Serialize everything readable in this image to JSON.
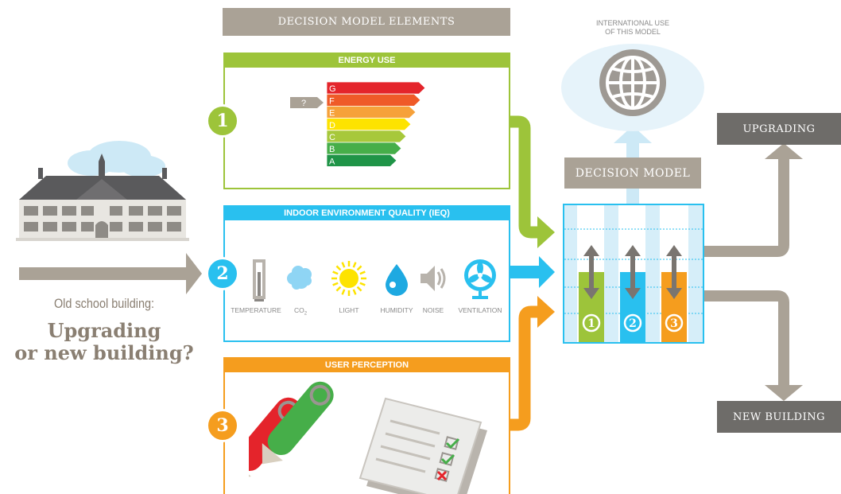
{
  "header": {
    "title": "DECISION MODEL ELEMENTS"
  },
  "left": {
    "caption": "Old school building:",
    "question_line1": "Upgrading",
    "question_line2": "or new building?"
  },
  "panels": {
    "energy": {
      "title": "ENERGY USE",
      "number": "1",
      "question_mark": "?",
      "labels": [
        "G",
        "F",
        "E",
        "D",
        "C",
        "B",
        "A"
      ],
      "colors": [
        "#e4242b",
        "#ef5a28",
        "#f6a13a",
        "#fde300",
        "#a7c83b",
        "#46ae49",
        "#1f9447"
      ]
    },
    "ieq": {
      "title": "INDOOR ENVIRONMENT QUALITY (IEQ)",
      "number": "2",
      "icons": [
        {
          "label": "TEMPERATURE",
          "icon": "thermometer-icon"
        },
        {
          "label": "CO",
          "sub": "2",
          "icon": "co2-cloud-icon"
        },
        {
          "label": "LIGHT",
          "icon": "sun-icon"
        },
        {
          "label": "HUMIDITY",
          "icon": "water-drop-icon"
        },
        {
          "label": "NOISE",
          "icon": "speaker-icon"
        },
        {
          "label": "VENTILATION",
          "icon": "fan-icon"
        }
      ]
    },
    "user": {
      "title": "USER PERCEPTION",
      "number": "3"
    }
  },
  "right": {
    "international_line1": "INTERNATIONAL USE",
    "international_line2": "OF THIS MODEL",
    "decision_model": "DECISION MODEL",
    "upgrading": "UPGRADING",
    "new_building": "NEW BUILDING",
    "model_numbers": [
      "1",
      "2",
      "3"
    ]
  },
  "colors": {
    "green": "#9dc43a",
    "blue": "#29c0ef",
    "orange": "#f59d1e",
    "taupe": "#aaa296",
    "dark": "#6e6c69"
  }
}
